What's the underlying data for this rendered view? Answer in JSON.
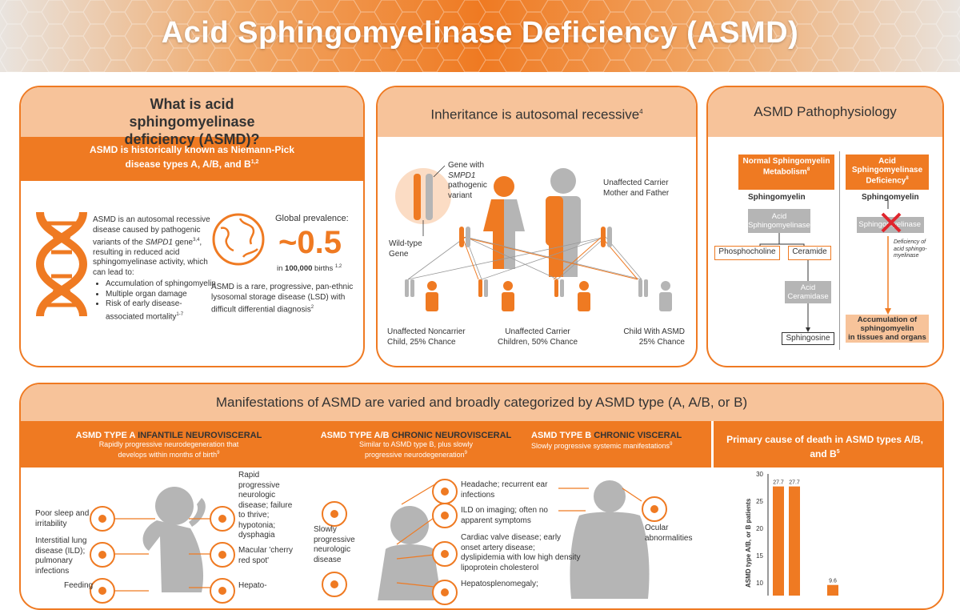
{
  "title": "Acid Sphingomyelinase Deficiency (ASMD)",
  "what": {
    "heading": "What is acid sphingomyelinase deficiency (ASMD)?",
    "known_as": "ASMD is historically known as Niemann-Pick disease types A, A/B, and B",
    "known_as_sup": "1,2",
    "desc_1": "ASMD is an autosomal recessive disease caused by pathogenic variants of the",
    "gene": "SMPD1",
    "desc_2": "gene",
    "desc_2_sup": "3,4",
    "desc_3": ", resulting in reduced acid sphingomyelinase activity, which can lead to:",
    "bullets": [
      "Accumulation of sphingomyelin",
      "Multiple organ damage",
      "Risk of early disease-associated mortality"
    ],
    "bullet_sup": "1-7",
    "prev_label": "Global prevalence:",
    "prev_value": "~0.5",
    "prev_unit_pre": "in",
    "prev_unit_bold": "100,000",
    "prev_unit_post": "births",
    "prev_sup": "1,2",
    "lsd_text": "ASMD is a rare, progressive, pan-ethnic lysosomal storage disease (LSD) with difficult differential diagnosis",
    "lsd_sup": "2"
  },
  "inherit": {
    "heading": "Inheritance is autosomal recessive",
    "heading_sup": "4",
    "gene_label_1": "Gene with",
    "gene_label_gene": "SMPD1",
    "gene_label_2": "pathogenic variant",
    "wild_label": "Wild-type Gene",
    "parents_label": "Unaffected Carrier Mother and Father",
    "child_1": "Unaffected Noncarrier Child, 25% Chance",
    "child_2": "Unaffected Carrier Children, 50% Chance",
    "child_3": "Child With ASMD 25% Chance"
  },
  "patho": {
    "heading": "ASMD Pathophysiology",
    "normal_title": "Normal Sphingomyelin Metabolism",
    "normal_sup": "8",
    "deficiency_title": "Acid Sphingomyelinase Deficiency",
    "deficiency_sup": "8",
    "sm_left": "Sphingomyelin",
    "sm_right": "Sphingomyelin",
    "enzyme_left": "Acid Sphingomyelinase",
    "enzyme_right": "Sphingomyelinase",
    "phospho": "Phosphocholine",
    "ceramide": "Ceramide",
    "ceramidase": "Acid Ceramidase",
    "sphingosine": "Sphingosine",
    "deficiency_note": "Deficiency of acid sphingo-myelinase",
    "accum_bold": "Accumulation of sphingomyelin",
    "accum_rest": "in tissues and organs"
  },
  "manif": {
    "heading": "Manifestations of ASMD are varied and broadly categorized by ASMD type (A, A/B, or B)",
    "typeA_pre": "ASMD TYPE A",
    "typeA_post": "INFANTILE NEUROVISCERAL",
    "typeA_sub": "Rapidly progressive neurodegeneration that develops within months of birth",
    "typeA_sup": "9",
    "typeAB_pre": "ASMD TYPE A/B",
    "typeAB_post": "CHRONIC NEUROVISCERAL",
    "typeAB_sub": "Similar to ASMD type B, plus slowly progressive neurodegeneration",
    "typeAB_sup": "9",
    "typeB_pre": "ASMD TYPE B",
    "typeB_post": "CHRONIC VISCERAL",
    "typeB_sub": "Slowly progressive systemic manifestations",
    "typeB_sup": "9",
    "infant_left": [
      "Poor sleep and irritability",
      "Interstitial lung disease (ILD); pulmonary infections",
      "Feeding"
    ],
    "infant_right": [
      "Rapid progressive neurologic disease; failure to thrive; hypotonia; dysphagia",
      "Macular 'cherry red spot'",
      "Hepato-"
    ],
    "child_left": "Slowly progressive neurologic disease",
    "adult_items": [
      "Headache; recurrent ear infections",
      "ILD on imaging; often no apparent symptoms",
      "Cardiac valve disease; early onset artery disease; dyslipidemia with low high density lipoprotein cholesterol",
      "Hepatosplenomegaly;"
    ],
    "ocular": "Ocular abnormalities",
    "death_title": "Primary cause of death in ASMD types A/B, and B",
    "death_sup": "5"
  },
  "chart_data": {
    "type": "bar",
    "title": "Primary cause of death in ASMD types A/B, and B",
    "ylabel": "ASMD type A/B, or B patients",
    "ylim": [
      0,
      30
    ],
    "yticks": [
      10,
      15,
      20,
      25,
      30
    ],
    "values": [
      27.7,
      27.7,
      9.6
    ],
    "value_labels": [
      "27.7",
      "27.7",
      "9.6"
    ],
    "color": "#ef7a22"
  },
  "colors": {
    "accent": "#ef7a22",
    "light": "#f7c39a",
    "gray": "#b5b5b5"
  }
}
